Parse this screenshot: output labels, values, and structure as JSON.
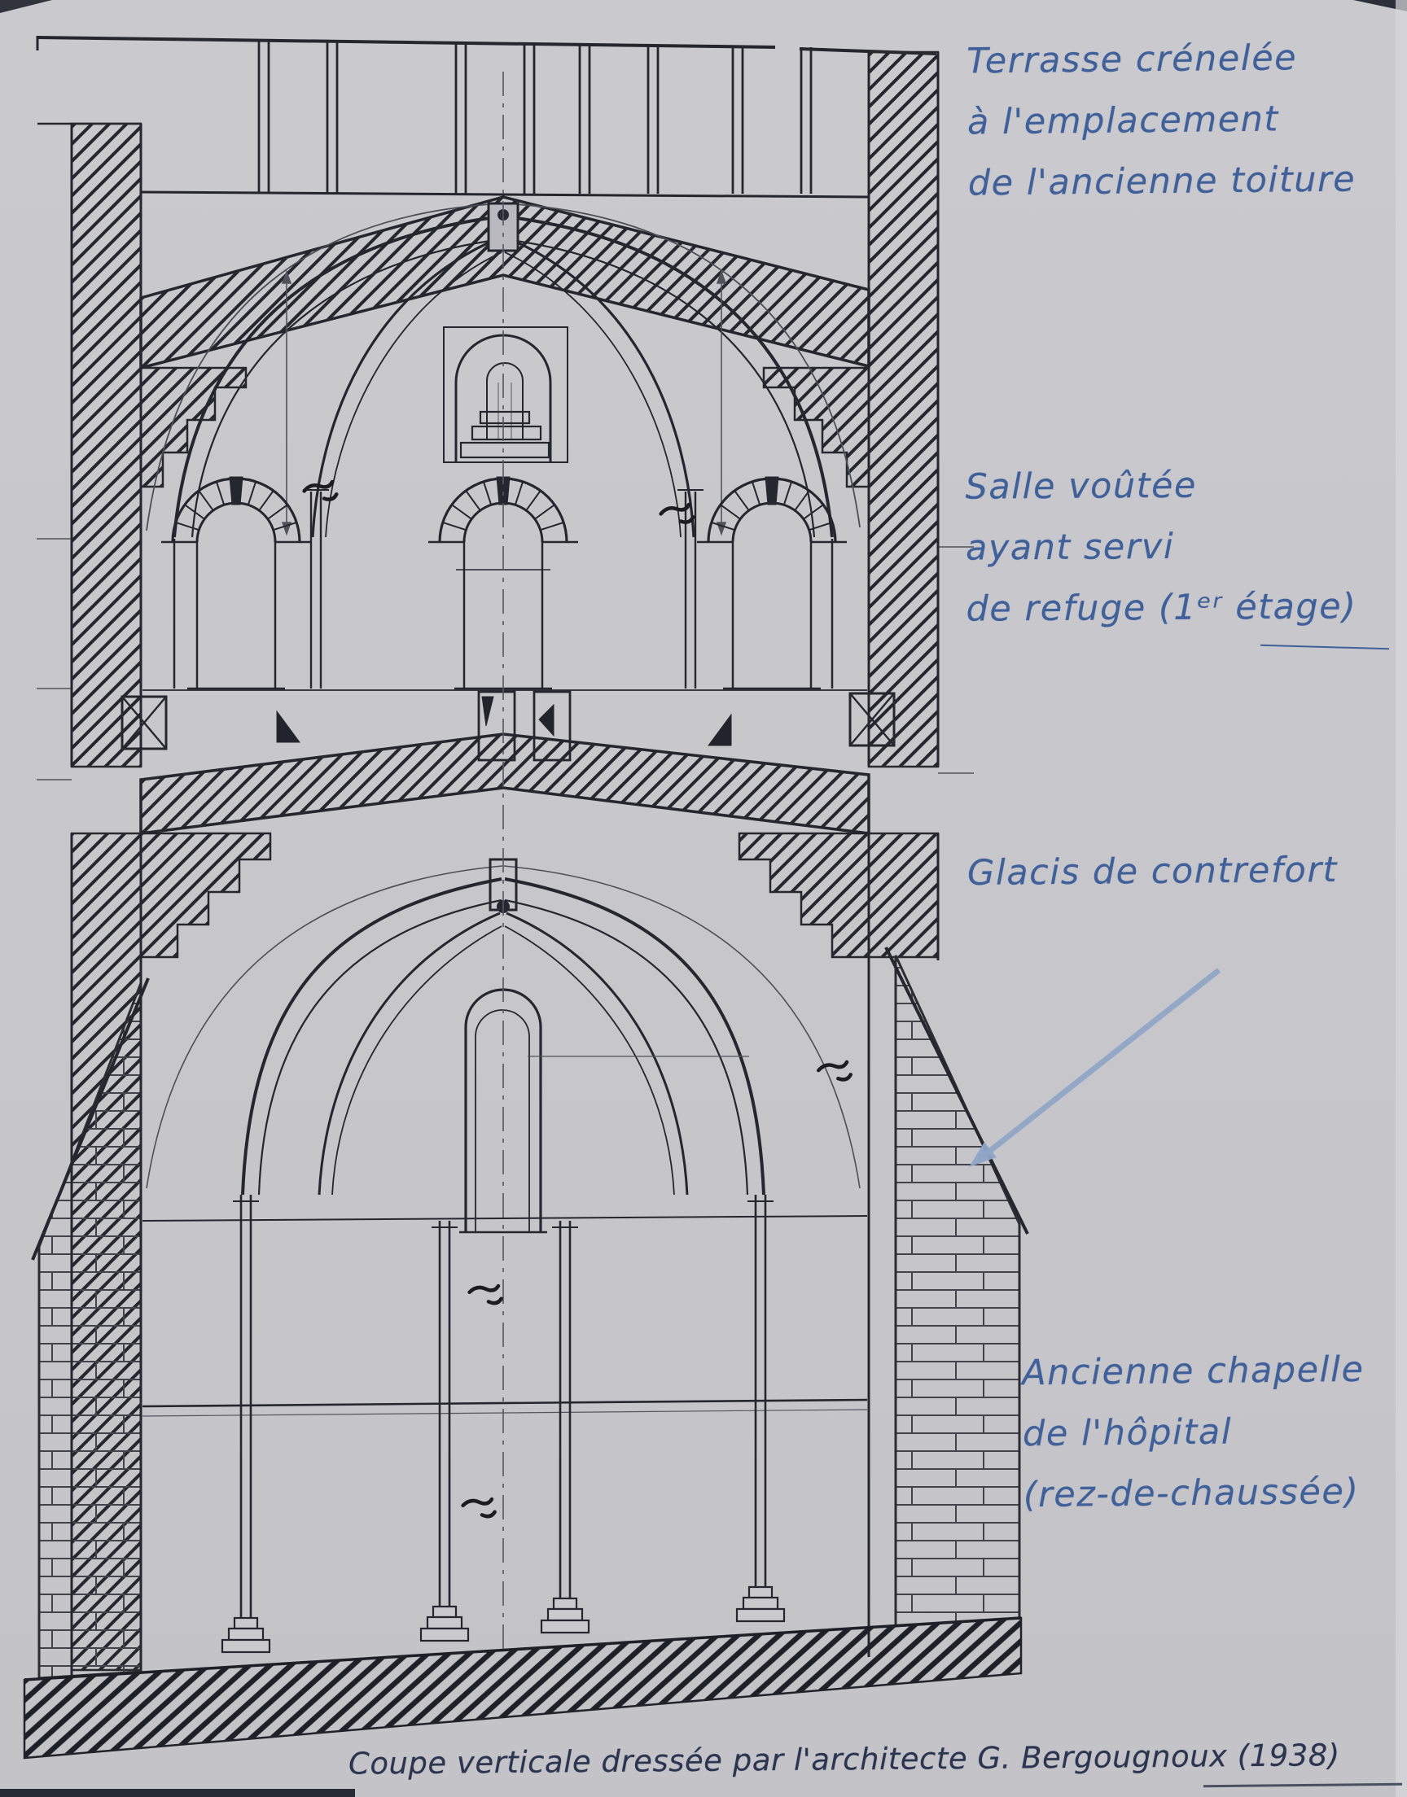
{
  "page": {
    "colors": {
      "paper": "#c7c7cb",
      "ink": "#26262e",
      "annotation_blue": "#40609a",
      "caption_ink": "#2b3550",
      "arrow_blue": "#8ea5c6"
    }
  },
  "annotations": {
    "terrasse": {
      "lines": [
        "Terrasse crénelée",
        "à l'emplacement",
        "de l'ancienne toiture"
      ]
    },
    "salle": {
      "lines": [
        "Salle voûtée",
        "ayant servi",
        "de refuge (1ᵉʳ étage)"
      ]
    },
    "glacis": {
      "text": "Glacis de contrefort"
    },
    "chapelle": {
      "lines": [
        "Ancienne chapelle",
        "de l'hôpital",
        "(rez-de-chaussée)"
      ]
    }
  },
  "caption": {
    "text": "Coupe verticale dressée par l'architecte G. Bergougnoux (1938)"
  }
}
